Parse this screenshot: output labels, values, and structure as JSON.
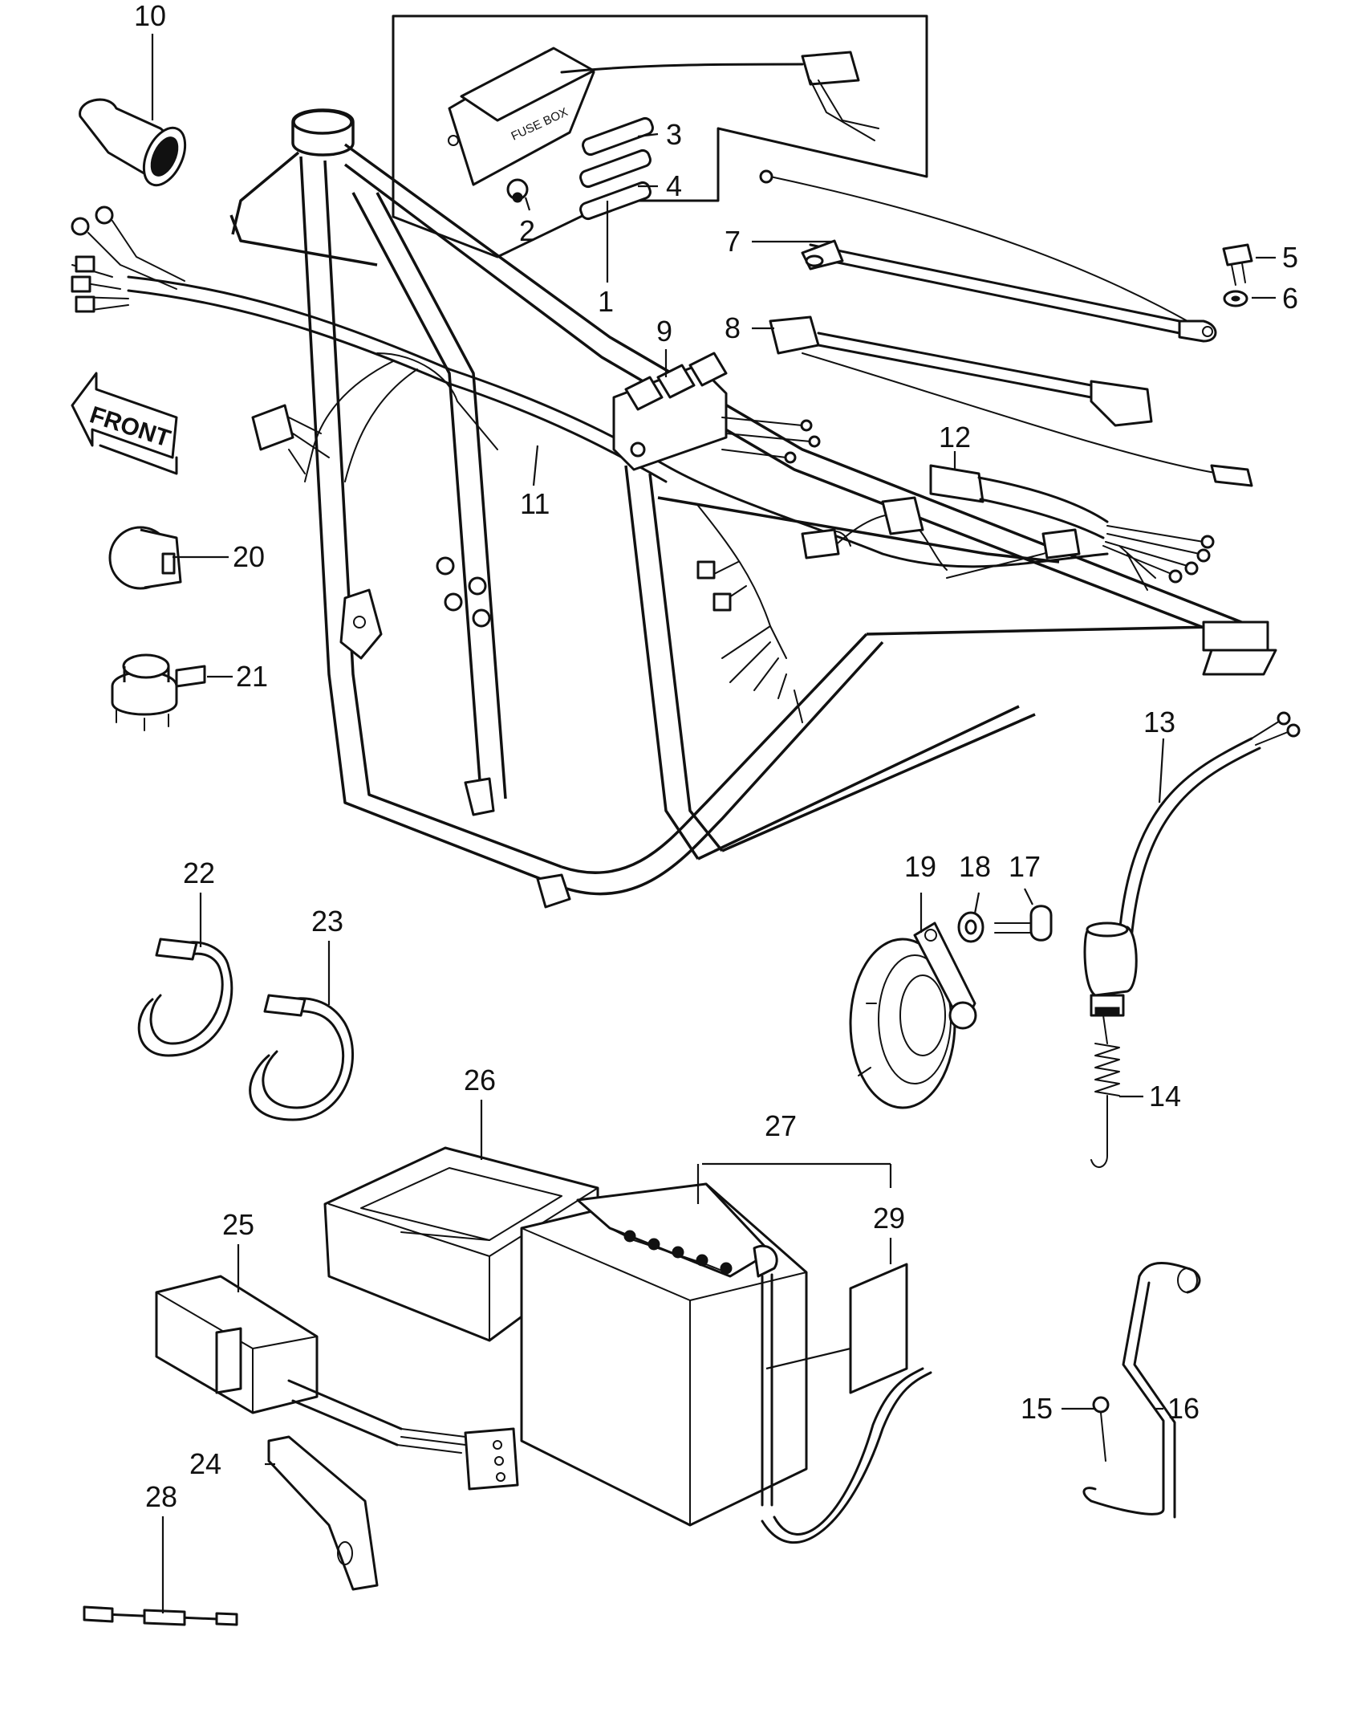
{
  "diagram": {
    "front_arrow_label": "FRONT",
    "fuse_box_label": "FUSE BOX",
    "callouts": [
      "1",
      "2",
      "3",
      "4",
      "5",
      "6",
      "7",
      "8",
      "9",
      "10",
      "11",
      "12",
      "13",
      "14",
      "15",
      "16",
      "17",
      "18",
      "19",
      "20",
      "21",
      "22",
      "23",
      "24",
      "25",
      "26",
      "27",
      "28",
      "29"
    ]
  }
}
